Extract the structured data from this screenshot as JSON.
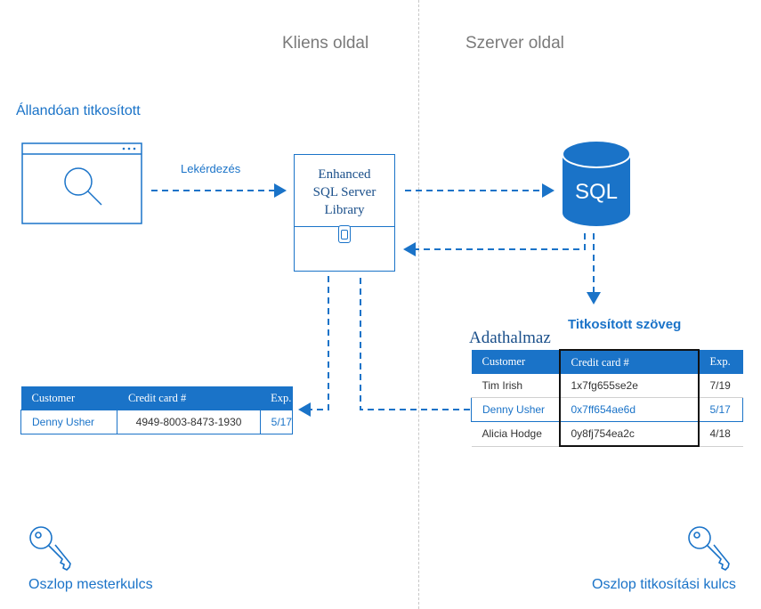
{
  "headings": {
    "client_side": "Kliens oldal",
    "server_side": "Szerver oldal"
  },
  "labels": {
    "always_encrypted": "Állandóan titkosított",
    "query": "Lekérdezés",
    "library_line1": "Enhanced",
    "library_line2": "SQL Server",
    "library_line3": "Library",
    "sql": "SQL",
    "ciphertext": "Titkosított szöveg",
    "dataset": "Adathalmaz",
    "column_master_key": "Oszlop mesterkulcs",
    "column_encryption_key": "Oszlop titkosítási kulcs"
  },
  "client_table": {
    "headers": [
      "Customer",
      "Credit card #",
      "Exp."
    ],
    "rows": [
      [
        "Denny Usher",
        "4949-8003-8473-1930",
        "5/17"
      ]
    ]
  },
  "server_table": {
    "headers": [
      "Customer",
      "Credit card #",
      "Exp."
    ],
    "rows": [
      [
        "Tim Irish",
        "1x7fg655se2e",
        "7/19"
      ],
      [
        "Denny Usher",
        "0x7ff654ae6d",
        "5/17"
      ],
      [
        "Alicia Hodge",
        "0y8fj754ea2c",
        "4/18"
      ]
    ]
  },
  "colors": {
    "accent": "#1a73c8",
    "heading_gray": "#7a7a7a"
  },
  "icons": [
    "search-icon",
    "database-icon",
    "lock-icon",
    "key-icon"
  ]
}
